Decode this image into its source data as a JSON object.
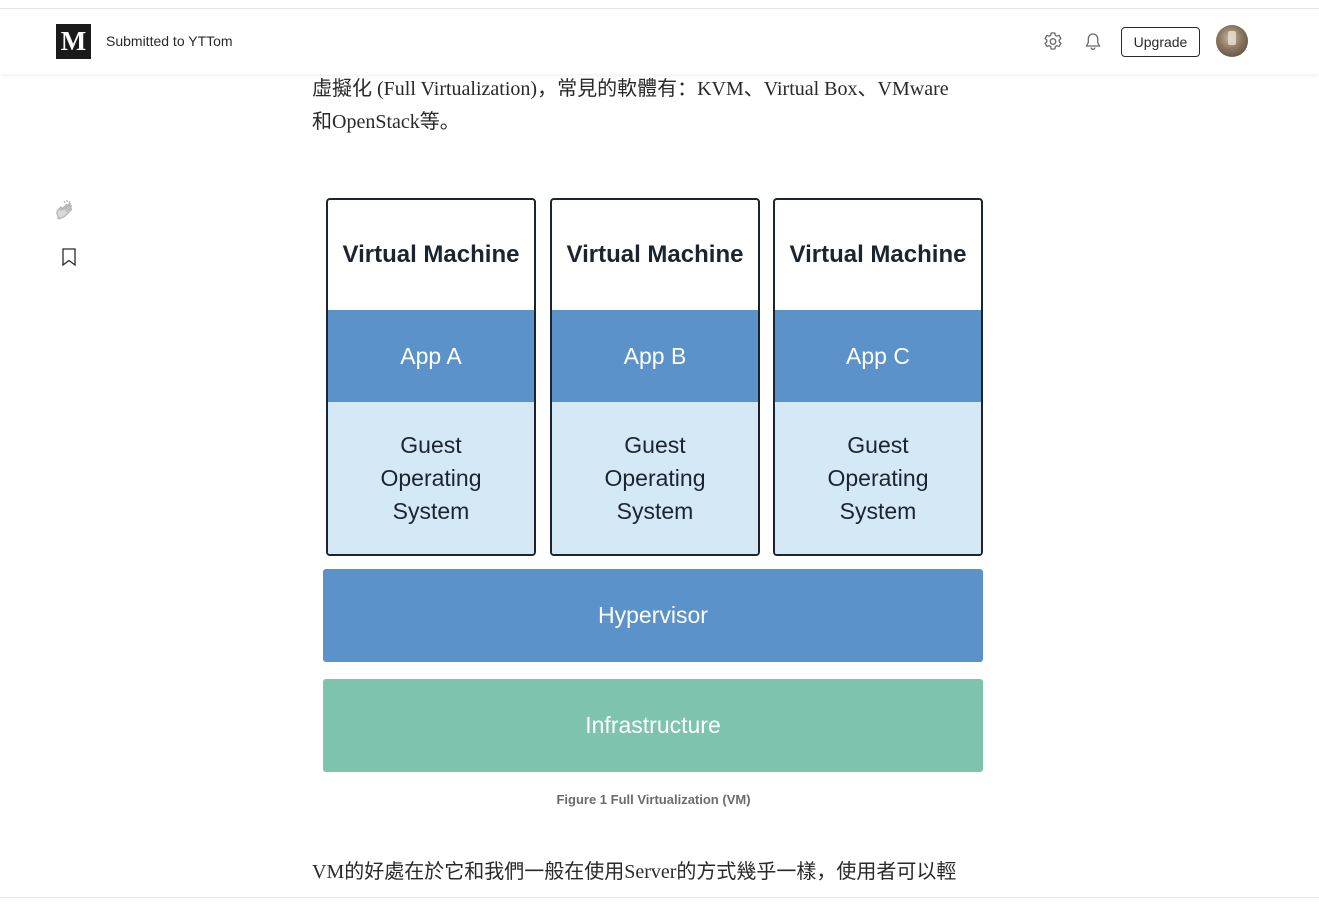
{
  "header": {
    "logo_text": "M",
    "submitted_label": "Submitted to YTTom",
    "upgrade_label": "Upgrade",
    "icons": [
      "gear-icon",
      "bell-icon",
      "avatar"
    ]
  },
  "sidebar": {
    "icons": [
      "clap-icon",
      "bookmark-icon"
    ]
  },
  "article": {
    "intro_line1": "虛擬化 (Full Virtualization)，常見的軟體有：KVM、Virtual Box、VMware",
    "intro_line2": "和OpenStack等。",
    "figure": {
      "vms": [
        {
          "title": "Virtual Machine",
          "app": "App A",
          "os": "Guest\nOperating\nSystem"
        },
        {
          "title": "Virtual Machine",
          "app": "App B",
          "os": "Guest\nOperating\nSystem"
        },
        {
          "title": "Virtual Machine",
          "app": "App C",
          "os": "Guest\nOperating\nSystem"
        }
      ],
      "hypervisor": "Hypervisor",
      "infrastructure": "Infrastructure",
      "caption": "Figure 1 Full Virtualization (VM)"
    },
    "body_line1": "VM的好處在於它和我們一般在使用Server的方式幾乎一樣，使用者可以輕"
  },
  "colors": {
    "app_blue": "#5b92c9",
    "os_light_blue": "#d5e8f6",
    "hypervisor_blue": "#5b92c9",
    "infrastructure_green": "#7dc3ad",
    "vm_border": "#1c2430"
  }
}
